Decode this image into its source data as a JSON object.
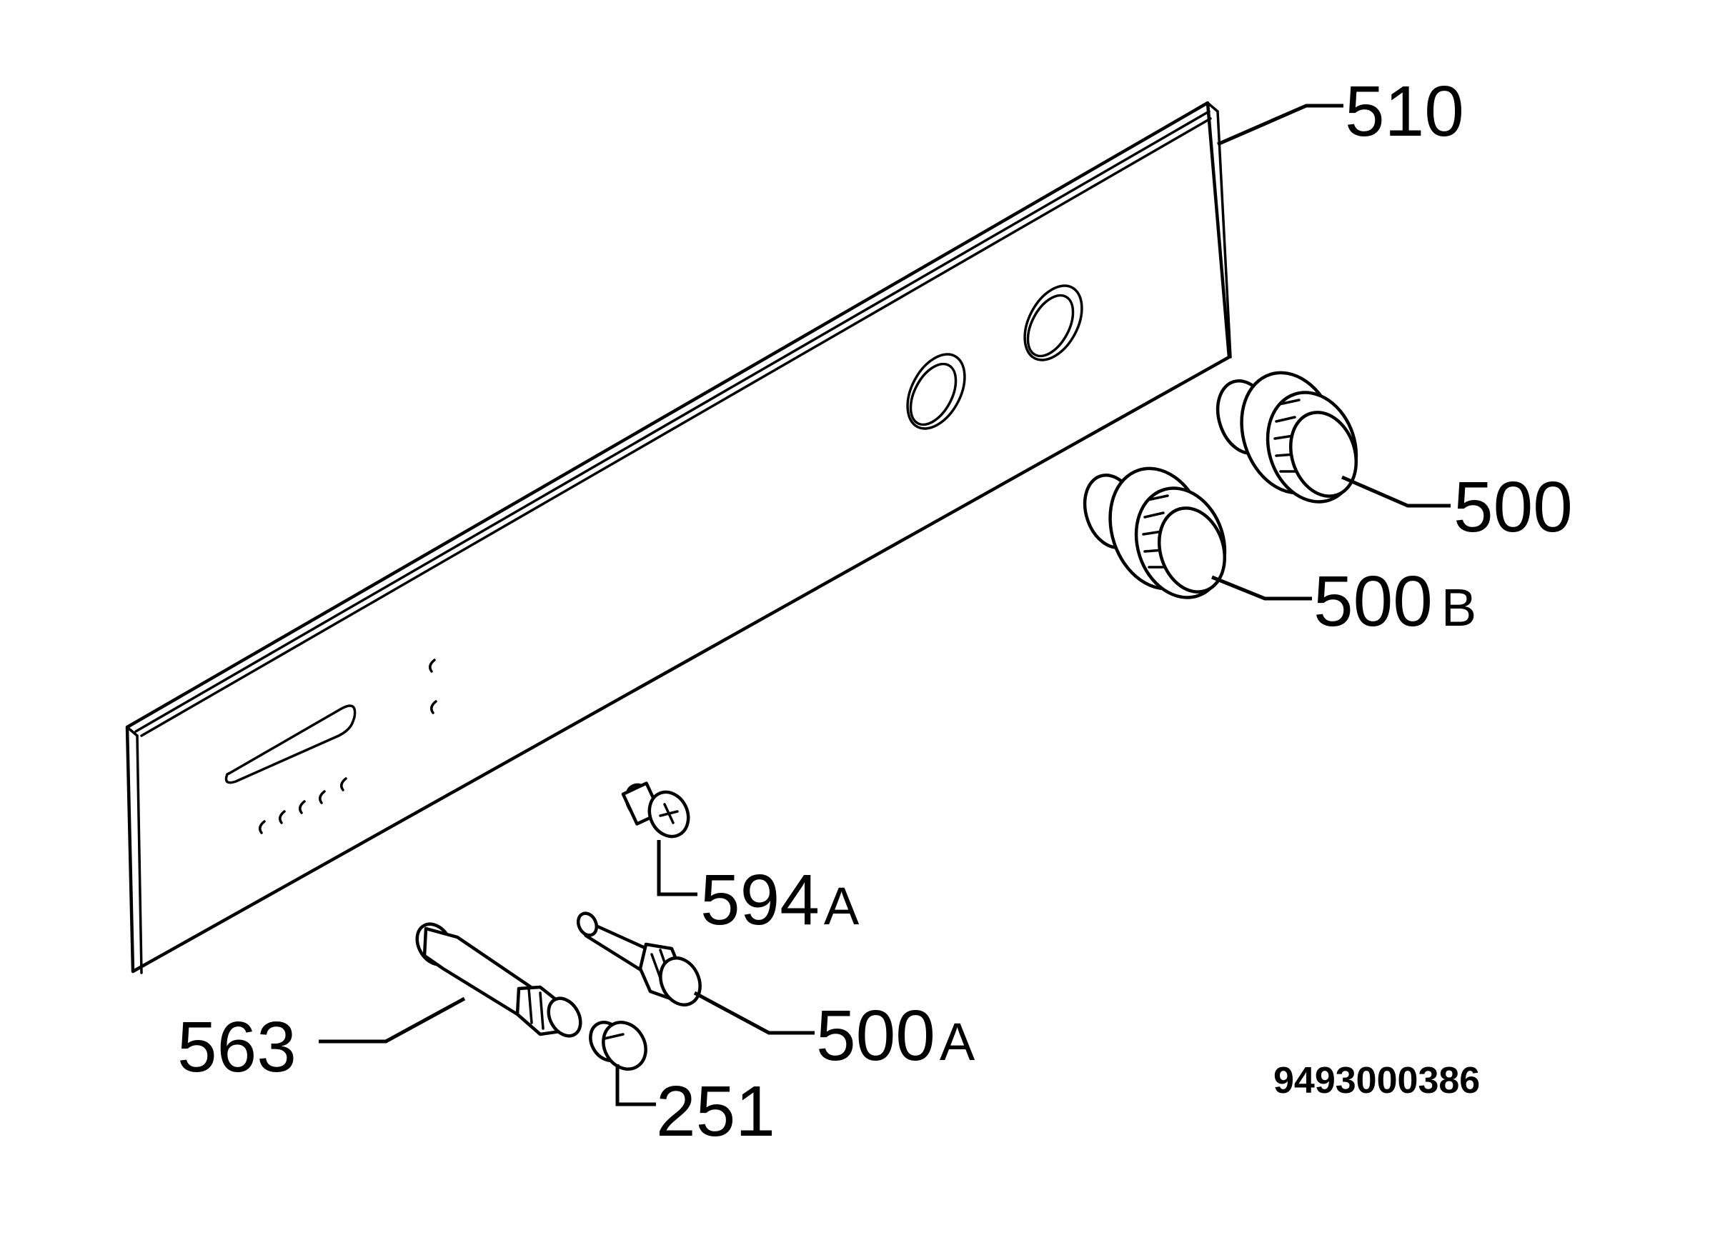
{
  "labels": {
    "panel": "510",
    "knob_upper": "500",
    "knob_lower": {
      "num": "500",
      "suffix": "B"
    },
    "small_knob": {
      "num": "500",
      "suffix": "A"
    },
    "screw": {
      "num": "594",
      "suffix": "A"
    },
    "spindle": "563",
    "cap": "251"
  },
  "document_number": "9493000386"
}
